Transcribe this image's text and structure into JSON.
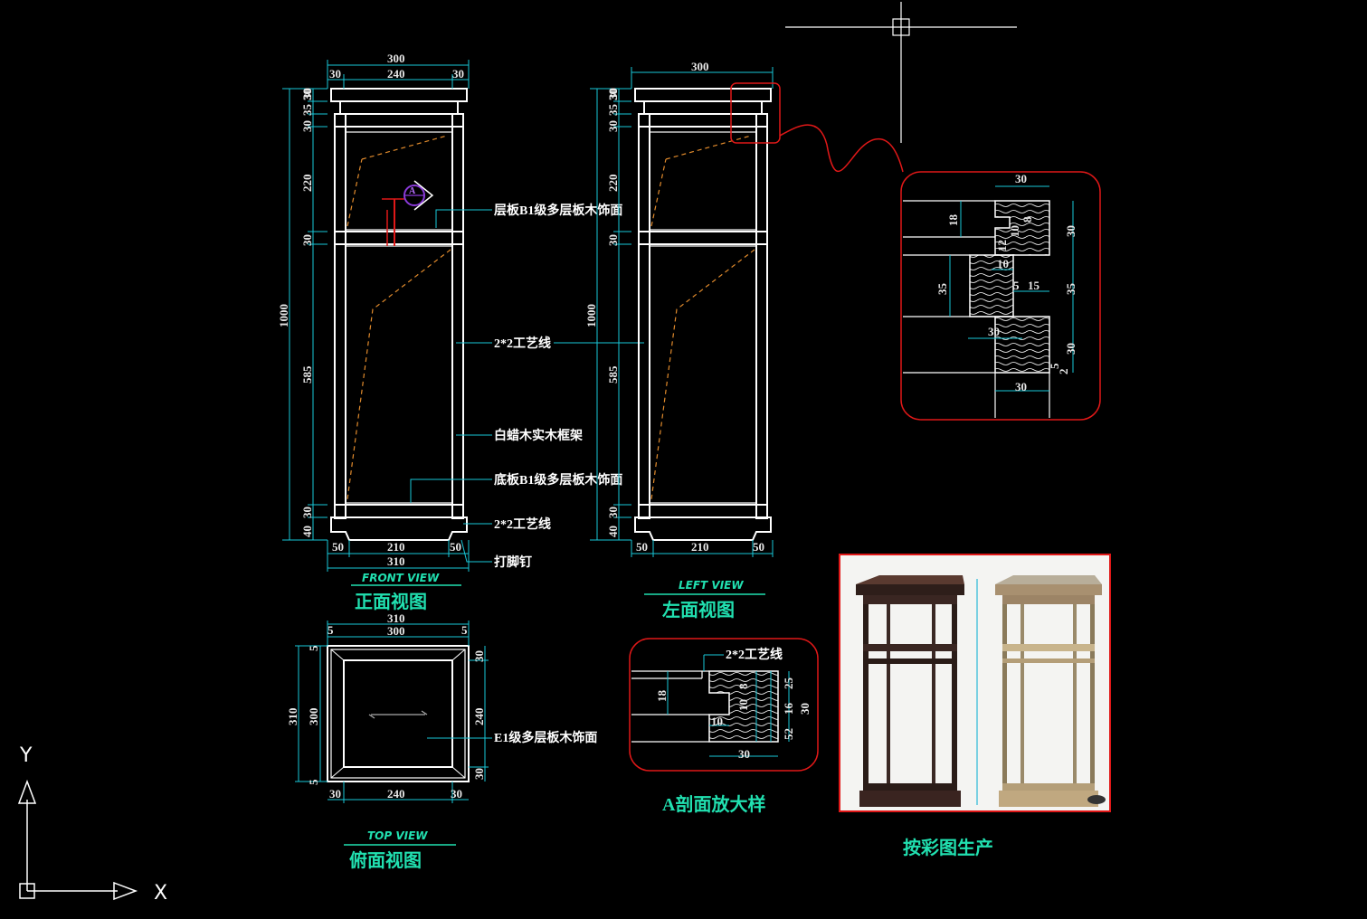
{
  "colors": {
    "background": "#000000",
    "frame": "#ffffff",
    "dimension": "#19c7d8",
    "leader": "#19c7d8",
    "title": "#21e0b0",
    "hidden": "#e08a2c",
    "detail_border": "#e01818",
    "marker": "#8a3ad8"
  },
  "front_view": {
    "title_en": "FRONT VIEW",
    "title_cn": "正面视图",
    "dims_top": [
      "300",
      "30",
      "240",
      "30"
    ],
    "dims_left": [
      "30",
      "30",
      "35",
      "30",
      "220",
      "30",
      "1000",
      "585",
      "30",
      "40"
    ],
    "dims_bottom": [
      "50",
      "210",
      "50",
      "310"
    ],
    "marker": "A"
  },
  "left_view": {
    "title_en": "LEFT VIEW",
    "title_cn": "左面视图",
    "dims_top": [
      "300"
    ],
    "dims_left": [
      "30",
      "30",
      "35",
      "30",
      "220",
      "30",
      "1000",
      "585",
      "30",
      "40"
    ],
    "dims_bottom": [
      "50",
      "210",
      "50"
    ]
  },
  "top_view": {
    "title_en": "TOP VIEW",
    "title_cn": "俯面视图",
    "dims_top": [
      "310",
      "5",
      "300",
      "5"
    ],
    "dims_left": [
      "310",
      "300",
      "5",
      "5"
    ],
    "dims_right": [
      "30",
      "240",
      "30"
    ],
    "dims_bottom": [
      "30",
      "240",
      "30"
    ]
  },
  "notes": {
    "shelf": "层板B1级多层板木饰面",
    "groove_1": "2*2工艺线",
    "frame": "白蜡木实木框架",
    "bottom": "底板B1级多层板木饰面",
    "groove_2": "2*2工艺线",
    "nail": "打脚钉",
    "top_panel": "E1级多层板木饰面"
  },
  "detail_top": {
    "dims": [
      "30",
      "18",
      "12",
      "10",
      "8",
      "30",
      "10",
      "35",
      "5",
      "15",
      "35",
      "30",
      "30",
      "5",
      "2",
      "30"
    ]
  },
  "detail_a": {
    "title": "A剖面放大样",
    "note": "2*2工艺线",
    "dims": [
      "18",
      "10",
      "8",
      "25",
      "16",
      "30",
      "52",
      "10",
      "30"
    ]
  },
  "photo": {
    "caption": "按彩图生产"
  },
  "ucs": {
    "x_label": "X",
    "y_label": "Y"
  }
}
